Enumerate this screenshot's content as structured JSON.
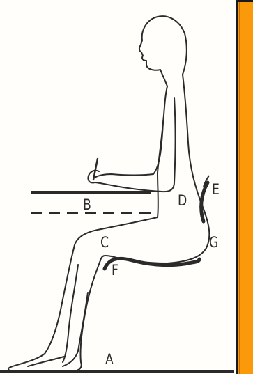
{
  "diagram": {
    "labels": {
      "a": "A",
      "b": "B",
      "c": "C",
      "d": "D",
      "e": "E",
      "f": "F",
      "g": "G"
    },
    "colors": {
      "line": "#2a2a2a",
      "panel": "#fa9a0a",
      "panel_border": "#1a1a1a",
      "background": "#fffefa"
    }
  }
}
